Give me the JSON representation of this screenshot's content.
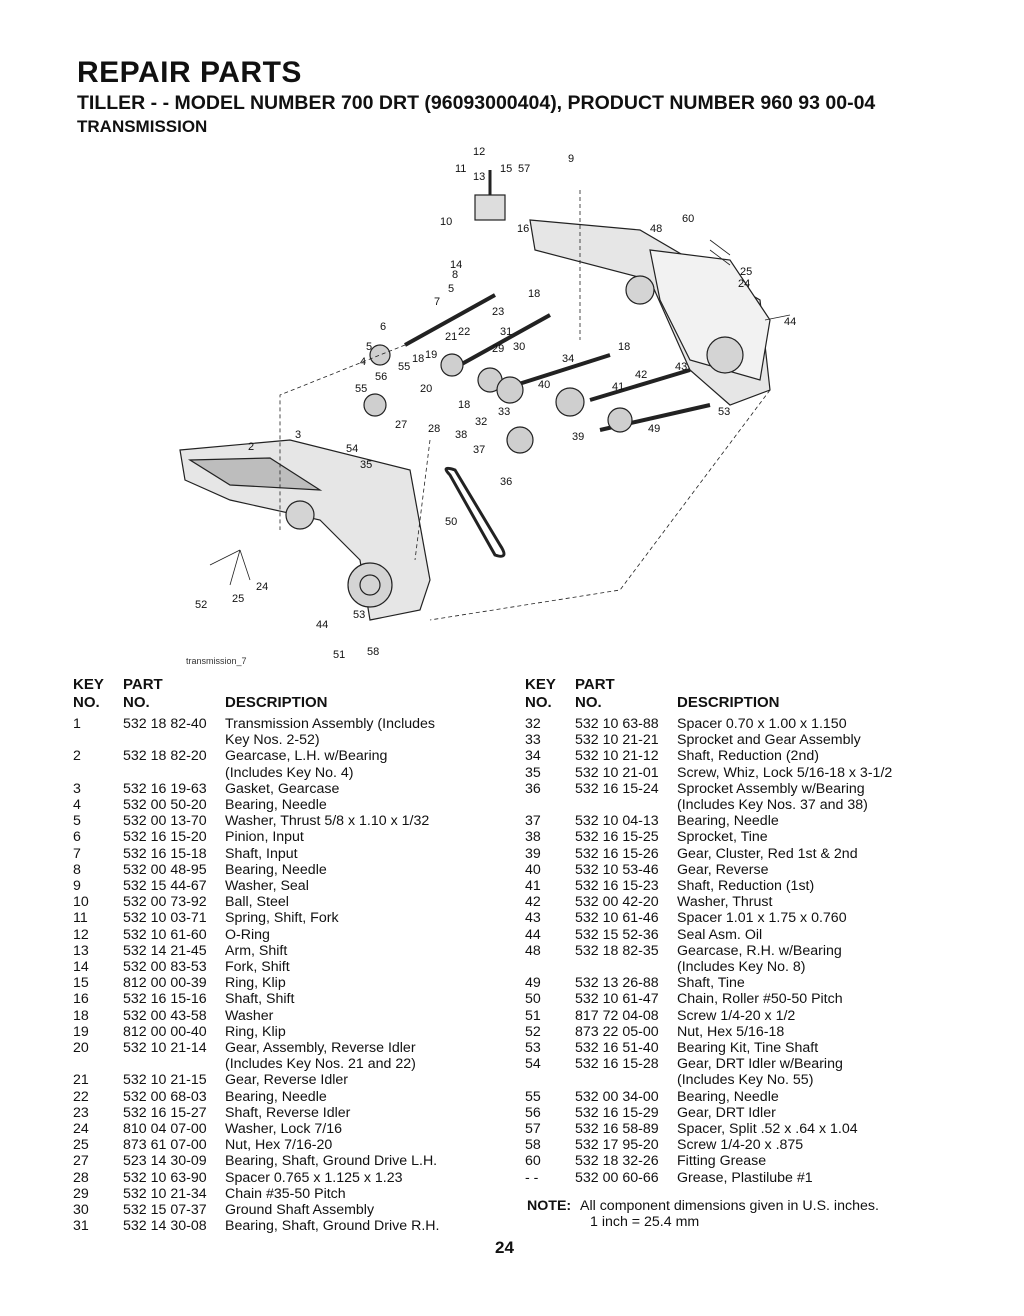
{
  "header": {
    "title": "REPAIR PARTS",
    "subtitle": "TILLER - - MODEL NUMBER 700 DRT (96093000404), PRODUCT NUMBER 960 93 00-04",
    "section": "TRANSMISSION"
  },
  "diagram": {
    "caption": "transmission_7",
    "callouts": [
      "12",
      "11",
      "13",
      "15",
      "57",
      "9",
      "10",
      "16",
      "60",
      "48",
      "14",
      "25",
      "24",
      "8",
      "5",
      "18",
      "7",
      "23",
      "44",
      "6",
      "22",
      "21",
      "31",
      "29",
      "30",
      "18",
      "4",
      "5",
      "19",
      "18",
      "55",
      "56",
      "34",
      "42",
      "43",
      "20",
      "40",
      "41",
      "55",
      "53",
      "27",
      "18",
      "32",
      "33",
      "28",
      "38",
      "39",
      "49",
      "54",
      "3",
      "37",
      "35",
      "36",
      "2",
      "50",
      "24",
      "25",
      "52",
      "53",
      "44",
      "51",
      "58"
    ]
  },
  "table_headers": {
    "key_line1": "KEY",
    "key_line2": "NO.",
    "part_line1": "PART",
    "part_line2": "NO.",
    "description": "DESCRIPTION"
  },
  "parts_left": [
    {
      "key": "1",
      "part": "532 18 82-40",
      "desc": "Transmission Assembly (Includes",
      "desc2": "Key Nos. 2-52)"
    },
    {
      "key": "2",
      "part": "532 18 82-20",
      "desc": "Gearcase, L.H. w/Bearing",
      "desc2": "(Includes Key No. 4)"
    },
    {
      "key": "3",
      "part": "532 16 19-63",
      "desc": "Gasket, Gearcase"
    },
    {
      "key": "4",
      "part": "532 00 50-20",
      "desc": "Bearing, Needle"
    },
    {
      "key": "5",
      "part": "532 00 13-70",
      "desc": "Washer, Thrust 5/8 x 1.10 x 1/32"
    },
    {
      "key": "6",
      "part": "532 16 15-20",
      "desc": "Pinion, Input"
    },
    {
      "key": "7",
      "part": "532 16 15-18",
      "desc": "Shaft, Input"
    },
    {
      "key": "8",
      "part": "532 00 48-95",
      "desc": "Bearing, Needle"
    },
    {
      "key": "9",
      "part": "532 15 44-67",
      "desc": "Washer, Seal"
    },
    {
      "key": "10",
      "part": "532 00 73-92",
      "desc": "Ball, Steel"
    },
    {
      "key": "11",
      "part": "532 10 03-71",
      "desc": "Spring, Shift, Fork"
    },
    {
      "key": "12",
      "part": "532 10 61-60",
      "desc": "O-Ring"
    },
    {
      "key": "13",
      "part": "532 14 21-45",
      "desc": "Arm, Shift"
    },
    {
      "key": "14",
      "part": "532 00 83-53",
      "desc": "Fork, Shift"
    },
    {
      "key": "15",
      "part": "812 00 00-39",
      "desc": "Ring, Klip"
    },
    {
      "key": "16",
      "part": "532 16 15-16",
      "desc": "Shaft, Shift"
    },
    {
      "key": "18",
      "part": "532 00 43-58",
      "desc": "Washer"
    },
    {
      "key": "19",
      "part": "812 00 00-40",
      "desc": "Ring, Klip"
    },
    {
      "key": "20",
      "part": "532 10 21-14",
      "desc": "Gear, Assembly, Reverse Idler",
      "desc2": "(Includes Key Nos. 21 and 22)"
    },
    {
      "key": "21",
      "part": "532 10 21-15",
      "desc": "Gear, Reverse Idler"
    },
    {
      "key": "22",
      "part": "532 00 68-03",
      "desc": "Bearing, Needle"
    },
    {
      "key": "23",
      "part": "532 16 15-27",
      "desc": "Shaft, Reverse Idler"
    },
    {
      "key": "24",
      "part": "810 04 07-00",
      "desc": "Washer, Lock 7/16"
    },
    {
      "key": "25",
      "part": "873 61 07-00",
      "desc": "Nut, Hex 7/16-20"
    },
    {
      "key": "27",
      "part": "523 14 30-09",
      "desc": "Bearing, Shaft, Ground Drive L.H."
    },
    {
      "key": "28",
      "part": "532 10 63-90",
      "desc": "Spacer 0.765 x 1.125 x 1.23"
    },
    {
      "key": "29",
      "part": "532 10 21-34",
      "desc": "Chain #35-50 Pitch"
    },
    {
      "key": "30",
      "part": "532 15 07-37",
      "desc": "Ground Shaft Assembly"
    },
    {
      "key": "31",
      "part": "532 14 30-08",
      "desc": "Bearing, Shaft, Ground Drive R.H."
    }
  ],
  "parts_right": [
    {
      "key": "32",
      "part": "532 10 63-88",
      "desc": "Spacer 0.70 x 1.00 x 1.150"
    },
    {
      "key": "33",
      "part": "532 10 21-21",
      "desc": "Sprocket and Gear Assembly"
    },
    {
      "key": "34",
      "part": "532 10 21-12",
      "desc": "Shaft, Reduction (2nd)"
    },
    {
      "key": "35",
      "part": "532 10 21-01",
      "desc": "Screw, Whiz, Lock 5/16-18 x 3-1/2"
    },
    {
      "key": "36",
      "part": "532 16 15-24",
      "desc": "Sprocket Assembly w/Bearing",
      "desc2": "(Includes Key Nos. 37 and 38)"
    },
    {
      "key": "37",
      "part": "532 10 04-13",
      "desc": "Bearing, Needle"
    },
    {
      "key": "38",
      "part": "532 16 15-25",
      "desc": "Sprocket, Tine"
    },
    {
      "key": "39",
      "part": "532 16 15-26",
      "desc": "Gear, Cluster, Red 1st & 2nd"
    },
    {
      "key": "40",
      "part": "532 10 53-46",
      "desc": "Gear, Reverse"
    },
    {
      "key": "41",
      "part": "532 16 15-23",
      "desc": "Shaft, Reduction (1st)"
    },
    {
      "key": "42",
      "part": "532  00 42-20",
      "desc": "Washer, Thrust"
    },
    {
      "key": "43",
      "part": "532 10 61-46",
      "desc": "Spacer 1.01 x 1.75 x 0.760"
    },
    {
      "key": "44",
      "part": "532 15 52-36",
      "desc": "Seal Asm. Oil"
    },
    {
      "key": "48",
      "part": "532 18 82-35",
      "desc": "Gearcase, R.H. w/Bearing",
      "desc2": "(Includes Key No. 8)"
    },
    {
      "key": "49",
      "part": "532 13 26-88",
      "desc": "Shaft, Tine"
    },
    {
      "key": "50",
      "part": "532 10 61-47",
      "desc": "Chain, Roller #50-50 Pitch"
    },
    {
      "key": "51",
      "part": "817 72 04-08",
      "desc": "Screw 1/4-20 x 1/2"
    },
    {
      "key": "52",
      "part": "873 22 05-00",
      "desc": "Nut, Hex 5/16-18"
    },
    {
      "key": "53",
      "part": "532 16 51-40",
      "desc": "Bearing Kit, Tine Shaft"
    },
    {
      "key": "54",
      "part": "532 16 15-28",
      "desc": "Gear, DRT Idler w/Bearing",
      "desc2": "(Includes Key No. 55)"
    },
    {
      "key": "55",
      "part": "532 00 34-00",
      "desc": "Bearing, Needle"
    },
    {
      "key": "56",
      "part": "532 16 15-29",
      "desc": "Gear, DRT Idler"
    },
    {
      "key": "57",
      "part": "532 16 58-89",
      "desc": "Spacer, Split .52 x .64 x 1.04"
    },
    {
      "key": "58",
      "part": "532 17 95-20",
      "desc": "Screw 1/4-20 x .875"
    },
    {
      "key": "60",
      "part": "532 18 32-26",
      "desc": "Fitting Grease"
    },
    {
      "key": "- -",
      "part": "532 00 60-66",
      "desc": "Grease, Plastilube #1"
    }
  ],
  "note": {
    "label": "NOTE:",
    "line1": "All component dimensions given in U.S. inches.",
    "line2": "1 inch = 25.4 mm"
  },
  "page_number": "24"
}
